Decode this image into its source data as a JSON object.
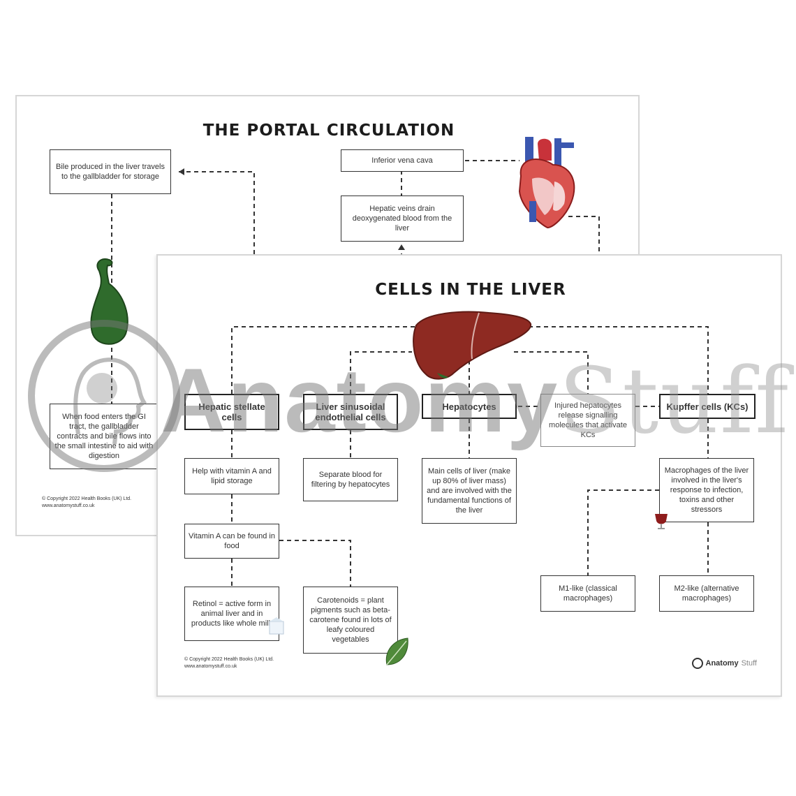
{
  "back_sheet": {
    "title": "THE PORTAL CIRCULATION",
    "boxes": {
      "bile": "Bile produced in the liver travels to the gallbladder for storage",
      "ivc": "Inferior vena cava",
      "hepatic_veins": "Hepatic veins drain deoxygenated blood from the liver",
      "food": "When food enters the GI tract, the gallbladder contracts and bile flows into the small intestine to aid with digestion"
    },
    "copyright_line1": "© Copyright 2022 Health Books (UK) Ltd.",
    "copyright_line2": "www.anatomystuff.co.uk"
  },
  "front_sheet": {
    "title": "CELLS IN THE LIVER",
    "headers": {
      "stellate": "Hepatic stellate cells",
      "sinusoidal": "Liver sinusoidal endothelial cells",
      "hepatocytes": "Hepatocytes",
      "injured": "Injured hepatocytes release signalling molecules that activate KCs",
      "kupffer": "Kupffer cells (KCs)"
    },
    "boxes": {
      "vitamin_a_storage": "Help with vitamin A and lipid storage",
      "vitamin_a_food": "Vitamin A can be found in food",
      "retinol": "Retinol = active form in animal liver and in products like whole milk",
      "carotenoids": "Carotenoids = plant pigments such as beta-carotene found in lots of leafy coloured vegetables",
      "separate_blood": "Separate blood for filtering by hepatocytes",
      "main_cells": "Main cells of liver (make up 80% of liver mass) and are involved with the fundamental functions of the liver",
      "macrophages": "Macrophages of the liver involved in the liver's response to infection, toxins and other stressors",
      "m1": "M1-like (classical macrophages)",
      "m2": "M2-like (alternative macrophages)"
    },
    "copyright_line1": "© Copyright 2022 Health Books (UK) Ltd.",
    "copyright_line2": "www.anatomystuff.co.uk",
    "logo_bold": "Anatomy",
    "logo_light": "Stuff"
  },
  "watermark": {
    "bold": "Anatomy",
    "light": "Stuff"
  },
  "colors": {
    "liver": "#8e2a22",
    "gallbladder": "#2f6b2c",
    "heart_red": "#c8323a",
    "heart_blue": "#3b57b0",
    "leaf": "#4f8a3a"
  },
  "icons": [
    "heart-illustration",
    "gallbladder-illustration",
    "liver-illustration",
    "wine-glass-icon",
    "milk-carton-icon",
    "leaf-icon",
    "head-profile-icon"
  ]
}
